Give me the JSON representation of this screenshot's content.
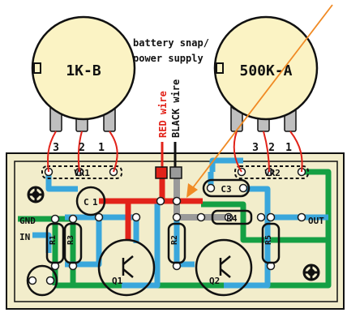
{
  "pots": [
    {
      "label": "1K-B",
      "pins": [
        "3",
        "2",
        "1"
      ]
    },
    {
      "label": "500K-A",
      "pins": [
        "3",
        "2",
        "1"
      ]
    }
  ],
  "power": {
    "caption_line1": "battery snap/",
    "caption_line2": "power supply",
    "red_wire": "RED wire",
    "black_wire": "BLACK wire"
  },
  "board": {
    "vr1": "VR1",
    "vr2": "VR2",
    "c3": "C3",
    "r4": "R4",
    "r1": "R1",
    "r2": "R2",
    "r3": "R3",
    "r5": "R5",
    "q1": "Q1",
    "q2": "Q2",
    "gnd": "GND",
    "in": "IN",
    "out": "OUT",
    "cap_c": "C",
    "cap_1": "1"
  },
  "colors": {
    "board": "#f2edcb",
    "trace_blue": "#3aa7dc",
    "trace_green": "#15a044",
    "trace_gray": "#9a9a9a",
    "trace_red": "#e2231a",
    "pot_body": "#fbf3c4",
    "arrow": "#f08a24"
  }
}
